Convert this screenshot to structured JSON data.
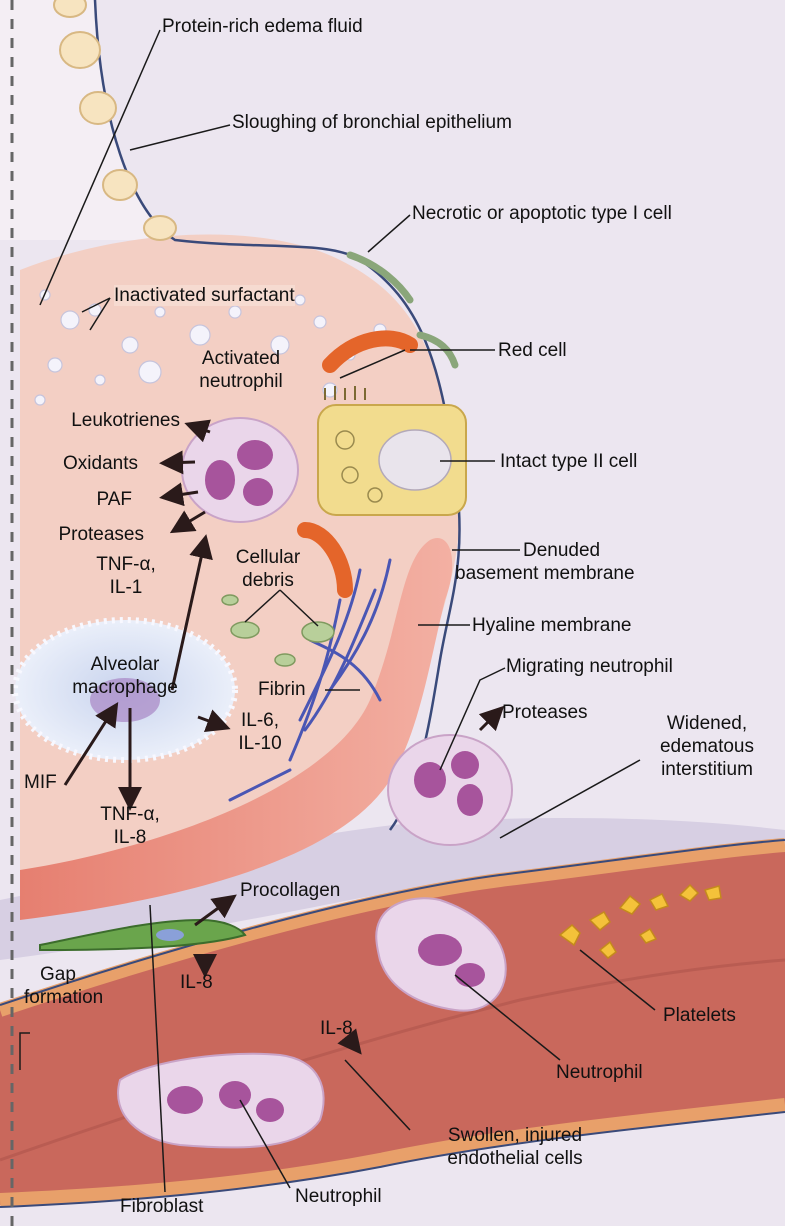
{
  "labels": {
    "protein_rich_edema_fluid": "Protein-rich edema fluid",
    "sloughing_bronchial_epithelium": "Sloughing of bronchial epithelium",
    "necrotic_type_i_cell": "Necrotic or apoptotic type I cell",
    "inactivated_surfactant": "Inactivated surfactant",
    "red_cell": "Red cell",
    "activated_neutrophil_1": "Activated",
    "activated_neutrophil_2": "neutrophil",
    "leukotrienes": "Leukotrienes",
    "oxidants": "Oxidants",
    "paf": "PAF",
    "proteases_upper": "Proteases",
    "intact_type_ii_cell": "Intact type II cell",
    "tnf_il1_1": "TNF-α,",
    "tnf_il1_2": "IL-1",
    "cellular_debris_1": "Cellular",
    "cellular_debris_2": "debris",
    "denuded_bm_1": "Denuded",
    "denuded_bm_2": "basement membrane",
    "hyaline_membrane": "Hyaline membrane",
    "alveolar_macrophage_1": "Alveolar",
    "alveolar_macrophage_2": "macrophage",
    "fibrin": "Fibrin",
    "migrating_neutrophil": "Migrating neutrophil",
    "proteases_lower": "Proteases",
    "widened_1": "Widened,",
    "widened_2": "edematous",
    "widened_3": "interstitium",
    "il6_1": "IL-6,",
    "il6_2": "IL-10",
    "mif": "MIF",
    "tnf_il8_1": "TNF-α,",
    "tnf_il8_2": "IL-8",
    "procollagen": "Procollagen",
    "gap_formation_1": "Gap",
    "gap_formation_2": "formation",
    "il8_left": "IL-8",
    "il8_center": "IL-8",
    "platelets": "Platelets",
    "neutrophil_vessel": "Neutrophil",
    "swollen_1": "Swollen, injured",
    "swollen_2": "endothelial cells",
    "fibroblast": "Fibroblast",
    "neutrophil_bottom": "Neutrophil"
  },
  "colors": {
    "alveolar_fluid": "#f3cfc4",
    "interstitium": "#dcd2e2",
    "hyaline": "#e98a7c",
    "vessel_blood": "#c9685c",
    "neutrophil_body": "#e9d5ea",
    "neutrophil_nucleus": "#a7549c",
    "red_cell": "#e4652a",
    "type_ii_cell": "#f2dc8e",
    "fibrin": "#4a56b4",
    "membrane_line": "#3a4a7a"
  }
}
